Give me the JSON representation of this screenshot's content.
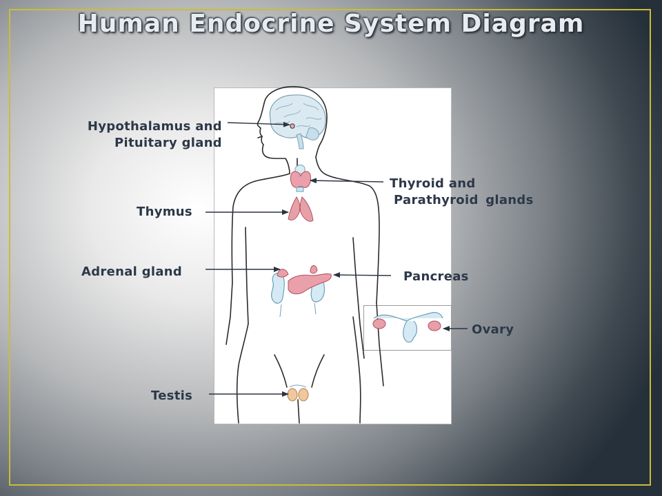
{
  "title": "Human Endocrine System Diagram",
  "labels": {
    "hypothalamus": [
      "Hypothalamus and",
      "Pituitary gland"
    ],
    "thyroid": [
      "Thyroid and",
      "Parathyroid glands"
    ],
    "thymus": "Thymus",
    "adrenal": "Adrenal gland",
    "pancreas": "Pancreas",
    "ovary": "Ovary",
    "testis": "Testis"
  },
  "colors": {
    "frame": "#c9bd3a",
    "label_text": "#2c3848",
    "gland_fill": "#e8a0a8",
    "gland_stroke": "#b05060",
    "organ_blue": "#cfe6f2",
    "organ_blue_stroke": "#6f9fb8"
  }
}
